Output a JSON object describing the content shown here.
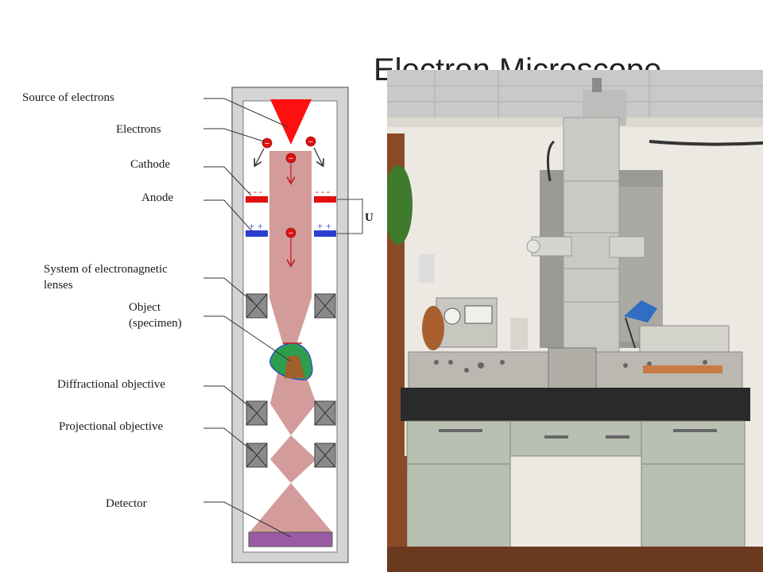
{
  "slide": {
    "title": "Electron Microscope"
  },
  "diagram": {
    "labels": {
      "source": "Source of electrons",
      "electrons": "Electrons",
      "cathode": "Cathode",
      "anode": "Anode",
      "lenses_line1": "System of electronagnetic",
      "lenses_line2": "lenses",
      "object_line1": "Object",
      "object_line2": "(specimen)",
      "diffractional": "Diffractional objective",
      "projectional": "Projectional objective",
      "detector": "Detector",
      "voltage": "U",
      "cathode_charge": "- - -",
      "anode_charge": "+ +",
      "electron_sign": "−"
    },
    "colors": {
      "beam": "#d49b9b",
      "source": "#ff1010",
      "cathode": "#e01010",
      "anode": "#2a3fd0",
      "specimen_green": "#2e9e4e",
      "specimen_brown": "#a0602a",
      "detector": "#9b5ba4",
      "lens": "#777777"
    }
  },
  "photo": {
    "subject": "transmission electron microscope on lab bench"
  }
}
